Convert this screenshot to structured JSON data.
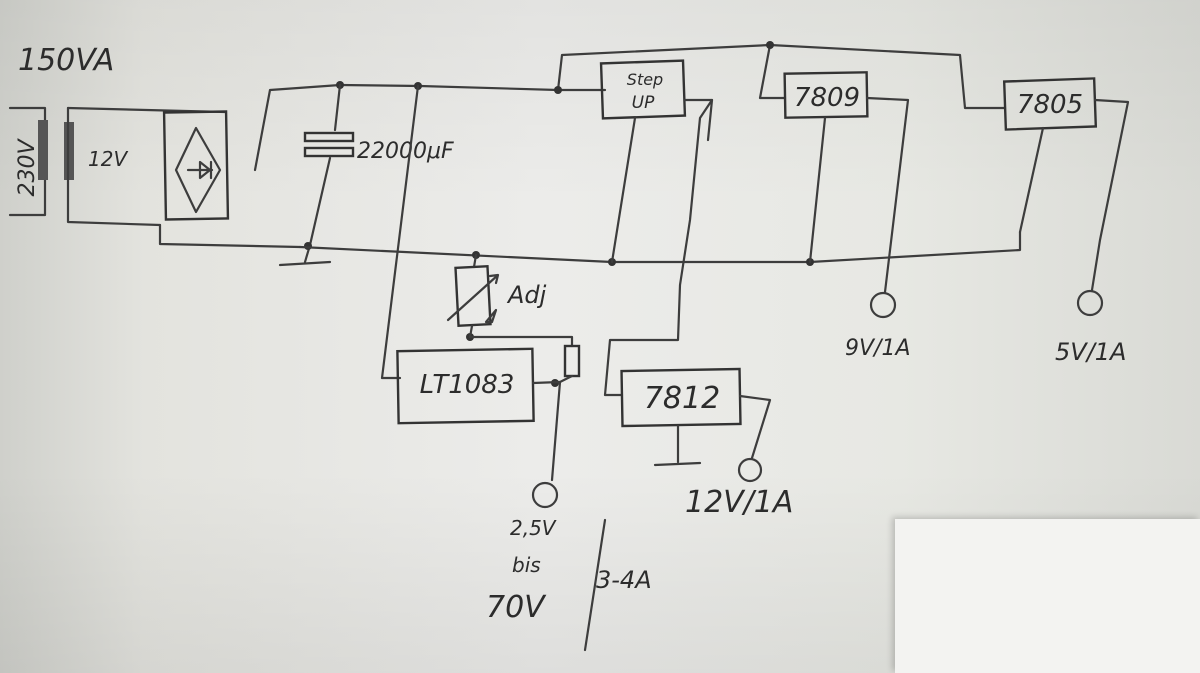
{
  "power_rating": "150VA",
  "transformer": {
    "primary": "230V",
    "secondary": "12V"
  },
  "capacitor": {
    "value": "22000μF"
  },
  "adjust_label": "Adj",
  "components": {
    "stepup": {
      "line1": "Step",
      "line2": "UP"
    },
    "reg_7809": "7809",
    "reg_7805": "7805",
    "reg_lt1083": "LT1083",
    "reg_7812": "7812"
  },
  "outputs": {
    "out_9v": "9V/1A",
    "out_5v": "5V/1A",
    "out_12v": "12V/1A",
    "out_adj_line1": "2,5V",
    "out_adj_line2": "bis",
    "out_adj_line3": "70V",
    "out_adj_current": "3-4A"
  }
}
